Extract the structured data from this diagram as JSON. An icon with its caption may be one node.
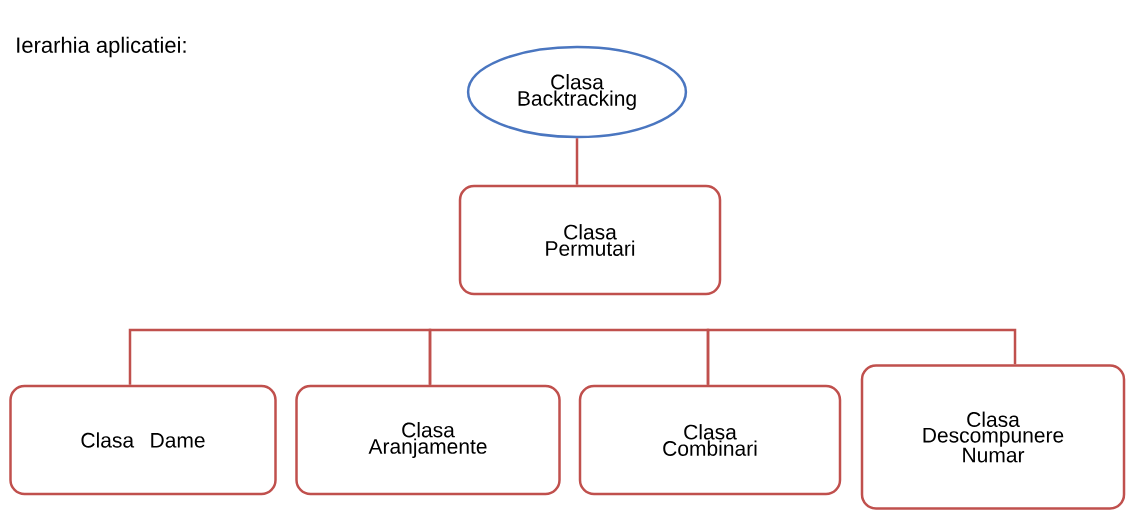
{
  "diagram": {
    "nodes": [
      {
        "text": [
          "Clasa Backtracking"
        ]
      },
      {
        "text": [
          "Clasa Permutari"
        ]
      },
      {
        "text": [
          "Clasa Dame"
        ]
      },
      {
        "text": [
          "Clasa Aranjamente"
        ]
      },
      {
        "text": [
          "Clasa Combinari"
        ]
      },
      {
        "text": [
          "Clasa Descompunere Numar"
        ]
      }
    ],
    "edges": [
      {
        "from": 0,
        "to": 1,
        "arrow": "none",
        "color": "#c0504d"
      },
      {
        "from": 2,
        "to": 3,
        "arrow": "none"
      },
      {
        "from": 3,
        "to": 4,
        "arrow": "none"
      },
      {
        "from": 4,
        "to": 5,
        "arrow": "none"
      }
    ],
    "labels": [
      "Ierarhia aplicatiei:"
    ]
  }
}
